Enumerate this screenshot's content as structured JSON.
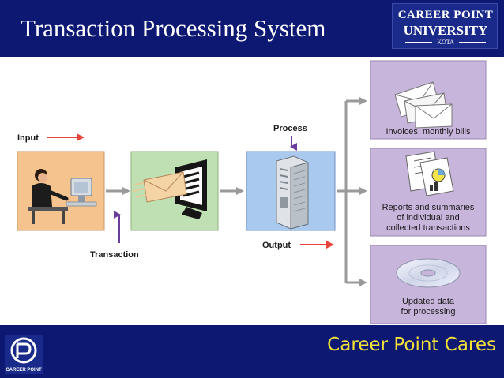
{
  "header": {
    "title": "Transaction Processing System",
    "logo": {
      "line1": "CAREER POINT",
      "line2": "UNIVERSITY",
      "line3": "KOTA"
    }
  },
  "diagram": {
    "input_label": "Input",
    "process_label": "Process",
    "output_label": "Output",
    "transaction_label": "Transaction",
    "outputs": [
      {
        "label_lines": [
          "Invoices, monthly bills"
        ],
        "icon": "envelopes-icon"
      },
      {
        "label_lines": [
          "Reports and summaries",
          "of individual and",
          "collected transactions"
        ],
        "icon": "reports-icon"
      },
      {
        "label_lines": [
          "Updated data",
          "for processing"
        ],
        "icon": "disc-icon"
      }
    ]
  },
  "footer": {
    "tagline": "Career Point Cares",
    "logo_text": "CAREER POINT"
  },
  "colors": {
    "header_bg": "#0d1873",
    "footer_text": "#f3e13a",
    "arrow_red": "#e8423a",
    "arrow_purple": "#6a3d9a",
    "output_box": "#c8b5db",
    "input_box": "#f4c38e",
    "transmit_box": "#bfe0b2",
    "process_box": "#a9c9ee"
  }
}
